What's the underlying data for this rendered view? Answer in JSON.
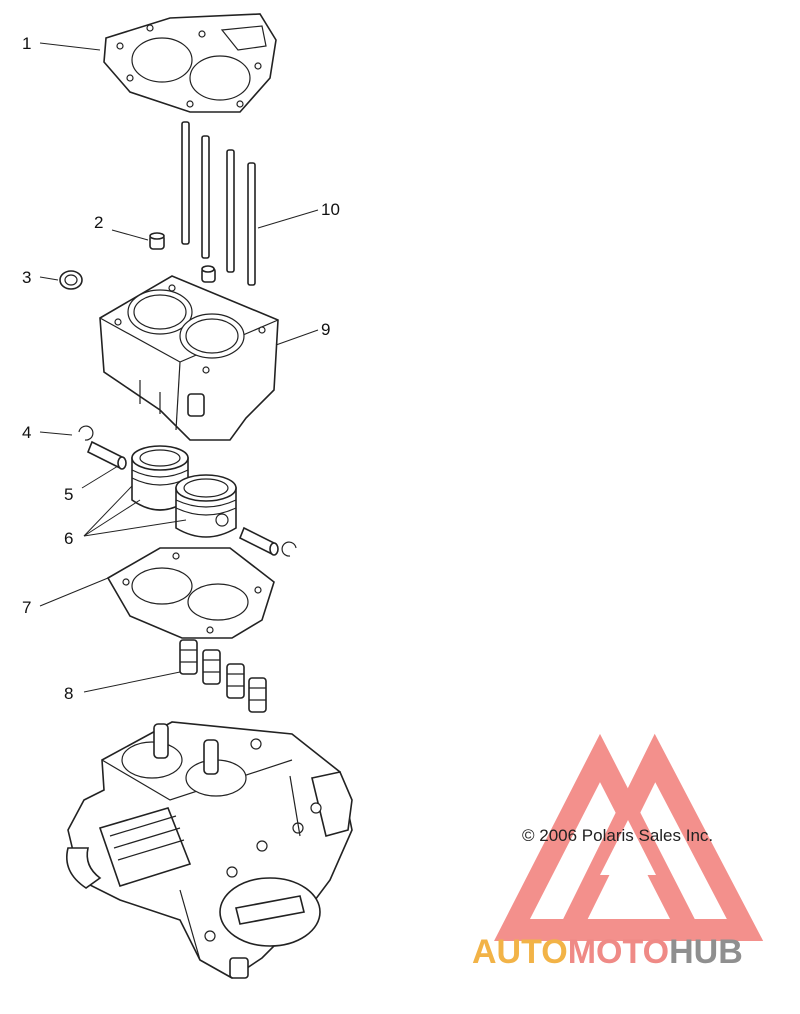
{
  "diagram": {
    "callouts": [
      "1",
      "2",
      "3",
      "4",
      "5",
      "6",
      "7",
      "8",
      "9",
      "10"
    ],
    "copyright": "© 2006 Polaris Sales Inc."
  },
  "watermark": {
    "part1": "AUTO",
    "part2": "MOTO",
    "part3": "HUB",
    "colors": {
      "auto": "#f2b347",
      "moto": "#ef8a86",
      "hub": "#8f8f8f",
      "triangle": "#ef6b66"
    }
  }
}
